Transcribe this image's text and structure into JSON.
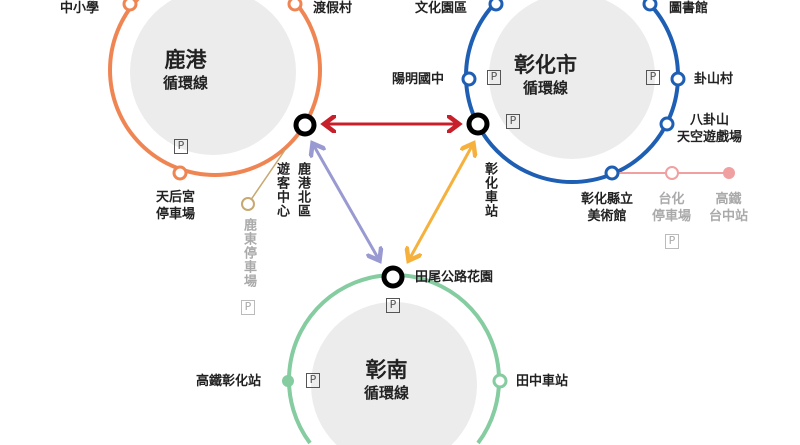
{
  "colors": {
    "lukang": "#f08554",
    "changhua": "#1f5fb3",
    "zhangnan": "#85cca0",
    "red": "#c8202a",
    "purple": "#9a9ad2",
    "yellow": "#f6b13d",
    "pink": "#f0a0a0",
    "tan": "#c7a870"
  },
  "parking_icon": "P",
  "lukang": {
    "name": "鹿港",
    "sub": "循環線",
    "stations": [
      "中小學",
      "渡假村",
      "天后宮\n停車場",
      "鹿港北區",
      "遊客中心",
      "鹿東停車場"
    ]
  },
  "changhua": {
    "name": "彰化市",
    "sub": "循環線",
    "stations": [
      "文化園區",
      "圖書館",
      "陽明國中",
      "卦山村",
      "八卦山\n天空遊戲場",
      "彰化縣立\n美術館",
      "台化\n停車場",
      "高鐵\n台中站",
      "彰化車站"
    ]
  },
  "zhangnan": {
    "name": "彰南",
    "sub": "循環線",
    "stations": [
      "田尾公路花園",
      "高鐵彰化站",
      "田中車站"
    ]
  }
}
